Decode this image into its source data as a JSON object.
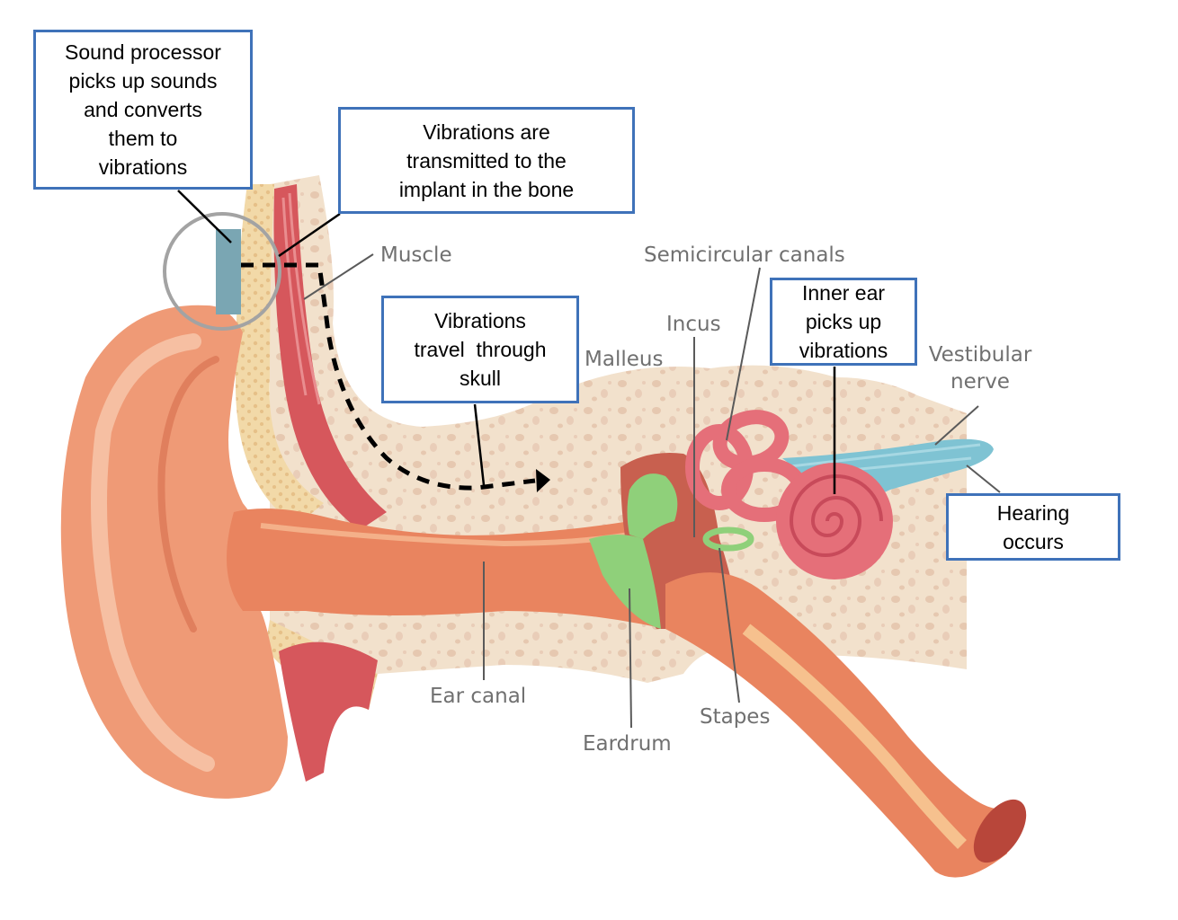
{
  "callouts": {
    "sound_processor": [
      "Sound processor",
      "picks up sounds",
      "and converts",
      "them to",
      "vibrations"
    ],
    "transmitted": [
      "Vibrations are",
      "transmitted to the",
      "implant in the bone"
    ],
    "travel": [
      "Vibrations",
      "travel  through",
      "skull"
    ],
    "inner_ear": [
      "Inner ear",
      "picks up",
      "vibrations"
    ],
    "hearing": [
      "Hearing",
      "occurs"
    ]
  },
  "labels": {
    "muscle": "Muscle",
    "semicircular": "Semicircular canals",
    "incus": "Incus",
    "malleus": "Malleus",
    "vestibular": [
      "Vestibular",
      "nerve"
    ],
    "ear_canal": "Ear canal",
    "eardrum": "Eardrum",
    "stapes": "Stapes"
  },
  "colors": {
    "callout_border": "#3f72b9",
    "bone": "#f2e1cc",
    "outer_ear": "#ef9a76",
    "muscle": "#d6575c",
    "cochlea": "#e56f79",
    "nerve": "#7fc3d3",
    "eardrum": "#8fd07a",
    "processor": "#7aa6b3"
  }
}
